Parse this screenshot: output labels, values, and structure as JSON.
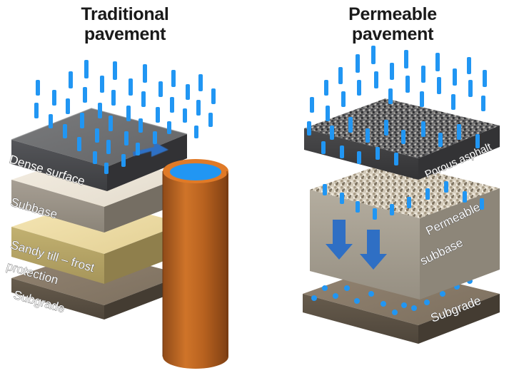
{
  "figure": {
    "type": "cross-section-diagram",
    "background_color": "#ffffff",
    "subject": "Comparison of traditional pavement and permeable pavement layer structures with rainfall"
  },
  "panels": {
    "left": {
      "title": "Traditional\npavement",
      "layers": [
        {
          "id": "dense-surface",
          "label": "Dense surface",
          "top_color": "#6f7072",
          "face_color": "#4a4a4c",
          "side_color": "#3b3b3d"
        },
        {
          "id": "subbase",
          "label": "Subbase",
          "top_color": "#efe9dd",
          "face_color": "#9a9288",
          "side_color": "#7d766d"
        },
        {
          "id": "sandy-till",
          "label": "Sandy till – frost\nprotection",
          "top_color": "#f2e2b0",
          "face_color": "#b8a768",
          "side_color": "#9c8d55"
        },
        {
          "id": "subgrade",
          "label": "Subgrade",
          "top_color": "#8a7c68",
          "face_color": "#5e5446",
          "side_color": "#4c4338"
        }
      ],
      "runoff_arrow": {
        "direction": "right",
        "color": "#2f6fc4"
      },
      "drain_pipe": {
        "name": "drainage pipe",
        "body_color": "#bf6a23",
        "rim_color": "#e07a27",
        "water_color": "#2196f3"
      },
      "rain": {
        "color": "#2196f3",
        "drop_count": 46
      }
    },
    "right": {
      "title": "Permeable\npavement",
      "layers": [
        {
          "id": "porous-asphalt",
          "label": "Porous asphalt",
          "top_color": "#6e6e70",
          "face_color": "#3f3f41",
          "side_color": "#333335"
        },
        {
          "id": "permeable-subbase",
          "label": "Permeable\nsubbase",
          "top_color": "#cfc7b7",
          "face_color": "#a9a295",
          "side_color": "#8d8679"
        },
        {
          "id": "subgrade",
          "label": "Subgrade",
          "top_color": "#8a7c68",
          "face_color": "#5e5446",
          "side_color": "#4c4338"
        }
      ],
      "infiltration_arrows": {
        "direction": "down",
        "count": 2,
        "color": "#2f6fc4"
      },
      "rain": {
        "color": "#2196f3",
        "drop_count": 48
      },
      "infiltration_dots": {
        "color": "#2196f3",
        "count": 14
      }
    }
  },
  "colors": {
    "rain_blue": "#2196f3",
    "arrow_blue": "#2f6fc4",
    "pipe_orange": "#bf6a23",
    "label_text": "#ffffff",
    "title_text": "#1a1a1a"
  }
}
